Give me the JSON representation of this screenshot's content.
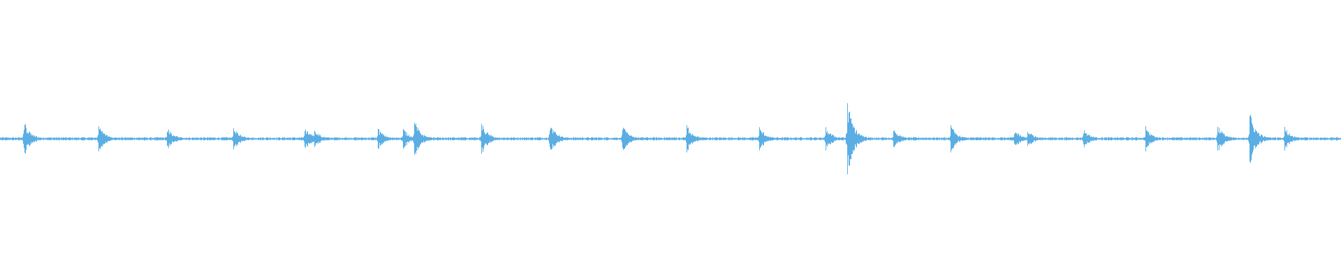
{
  "waveform": {
    "color": "#5aaee4",
    "background": "#ffffff",
    "baseline_level": 0.012,
    "transients": [
      {
        "t": 0.0175,
        "amp": 0.14
      },
      {
        "t": 0.0735,
        "amp": 0.11
      },
      {
        "t": 0.1245,
        "amp": 0.09
      },
      {
        "t": 0.174,
        "amp": 0.1
      },
      {
        "t": 0.227,
        "amp": 0.09
      },
      {
        "t": 0.2345,
        "amp": 0.07
      },
      {
        "t": 0.282,
        "amp": 0.08
      },
      {
        "t": 0.3005,
        "amp": 0.08
      },
      {
        "t": 0.309,
        "amp": 0.14
      },
      {
        "t": 0.359,
        "amp": 0.12
      },
      {
        "t": 0.41,
        "amp": 0.12
      },
      {
        "t": 0.464,
        "amp": 0.1
      },
      {
        "t": 0.512,
        "amp": 0.11
      },
      {
        "t": 0.566,
        "amp": 0.09
      },
      {
        "t": 0.6155,
        "amp": 0.09
      },
      {
        "t": 0.632,
        "amp": 0.28
      },
      {
        "t": 0.666,
        "amp": 0.08
      },
      {
        "t": 0.709,
        "amp": 0.1
      },
      {
        "t": 0.756,
        "amp": 0.07
      },
      {
        "t": 0.766,
        "amp": 0.07
      },
      {
        "t": 0.808,
        "amp": 0.08
      },
      {
        "t": 0.854,
        "amp": 0.09
      },
      {
        "t": 0.908,
        "amp": 0.11
      },
      {
        "t": 0.932,
        "amp": 0.2
      },
      {
        "t": 0.958,
        "amp": 0.09
      }
    ]
  }
}
